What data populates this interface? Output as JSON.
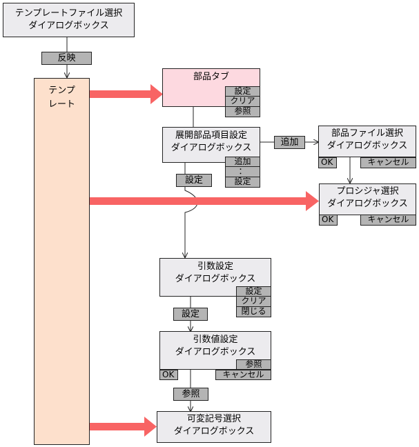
{
  "template_select": {
    "line1": "テンプレートファイル選択",
    "line2": "ダイアログボックス"
  },
  "label_reflect": "反映",
  "template": {
    "line1": "テンプ",
    "line2": "レート"
  },
  "parts_tab": {
    "title": "部品タブ",
    "buttons": [
      "設定",
      "クリア",
      "参照"
    ]
  },
  "expand": {
    "line1": "展開部品項目設定",
    "line2": "ダイアログボックス",
    "buttons": [
      "追加",
      "：",
      "設定"
    ]
  },
  "label_add": "追加",
  "parts_file": {
    "line1": "部品ファイル選択",
    "line2": "ダイアログボックス",
    "ok": "OK",
    "cancel": "キャンセル"
  },
  "label_set1": "設定",
  "procedure": {
    "line1": "プロシジャ選択",
    "line2": "ダイアログボックス",
    "ok": "OK",
    "cancel": "キャンセル"
  },
  "arg_setting": {
    "line1": "引数設定",
    "line2": "ダイアログボックス",
    "buttons": [
      "設定",
      "クリア",
      "閉じる"
    ]
  },
  "label_set2": "設定",
  "arg_value": {
    "line1": "引数値設定",
    "line2": "ダイアログボックス",
    "ref": "参照",
    "ok": "OK",
    "cancel": "キャンセル"
  },
  "label_ref": "参照",
  "variable_symbol": {
    "line1": "可変記号選択",
    "line2": "ダイアログボックス"
  },
  "colors": {
    "box": "#ecebee",
    "template": "#fde0cc",
    "parts_tab": "#fdd9e0",
    "button": "#b4b4b4",
    "big_arrow": "#f86464"
  }
}
